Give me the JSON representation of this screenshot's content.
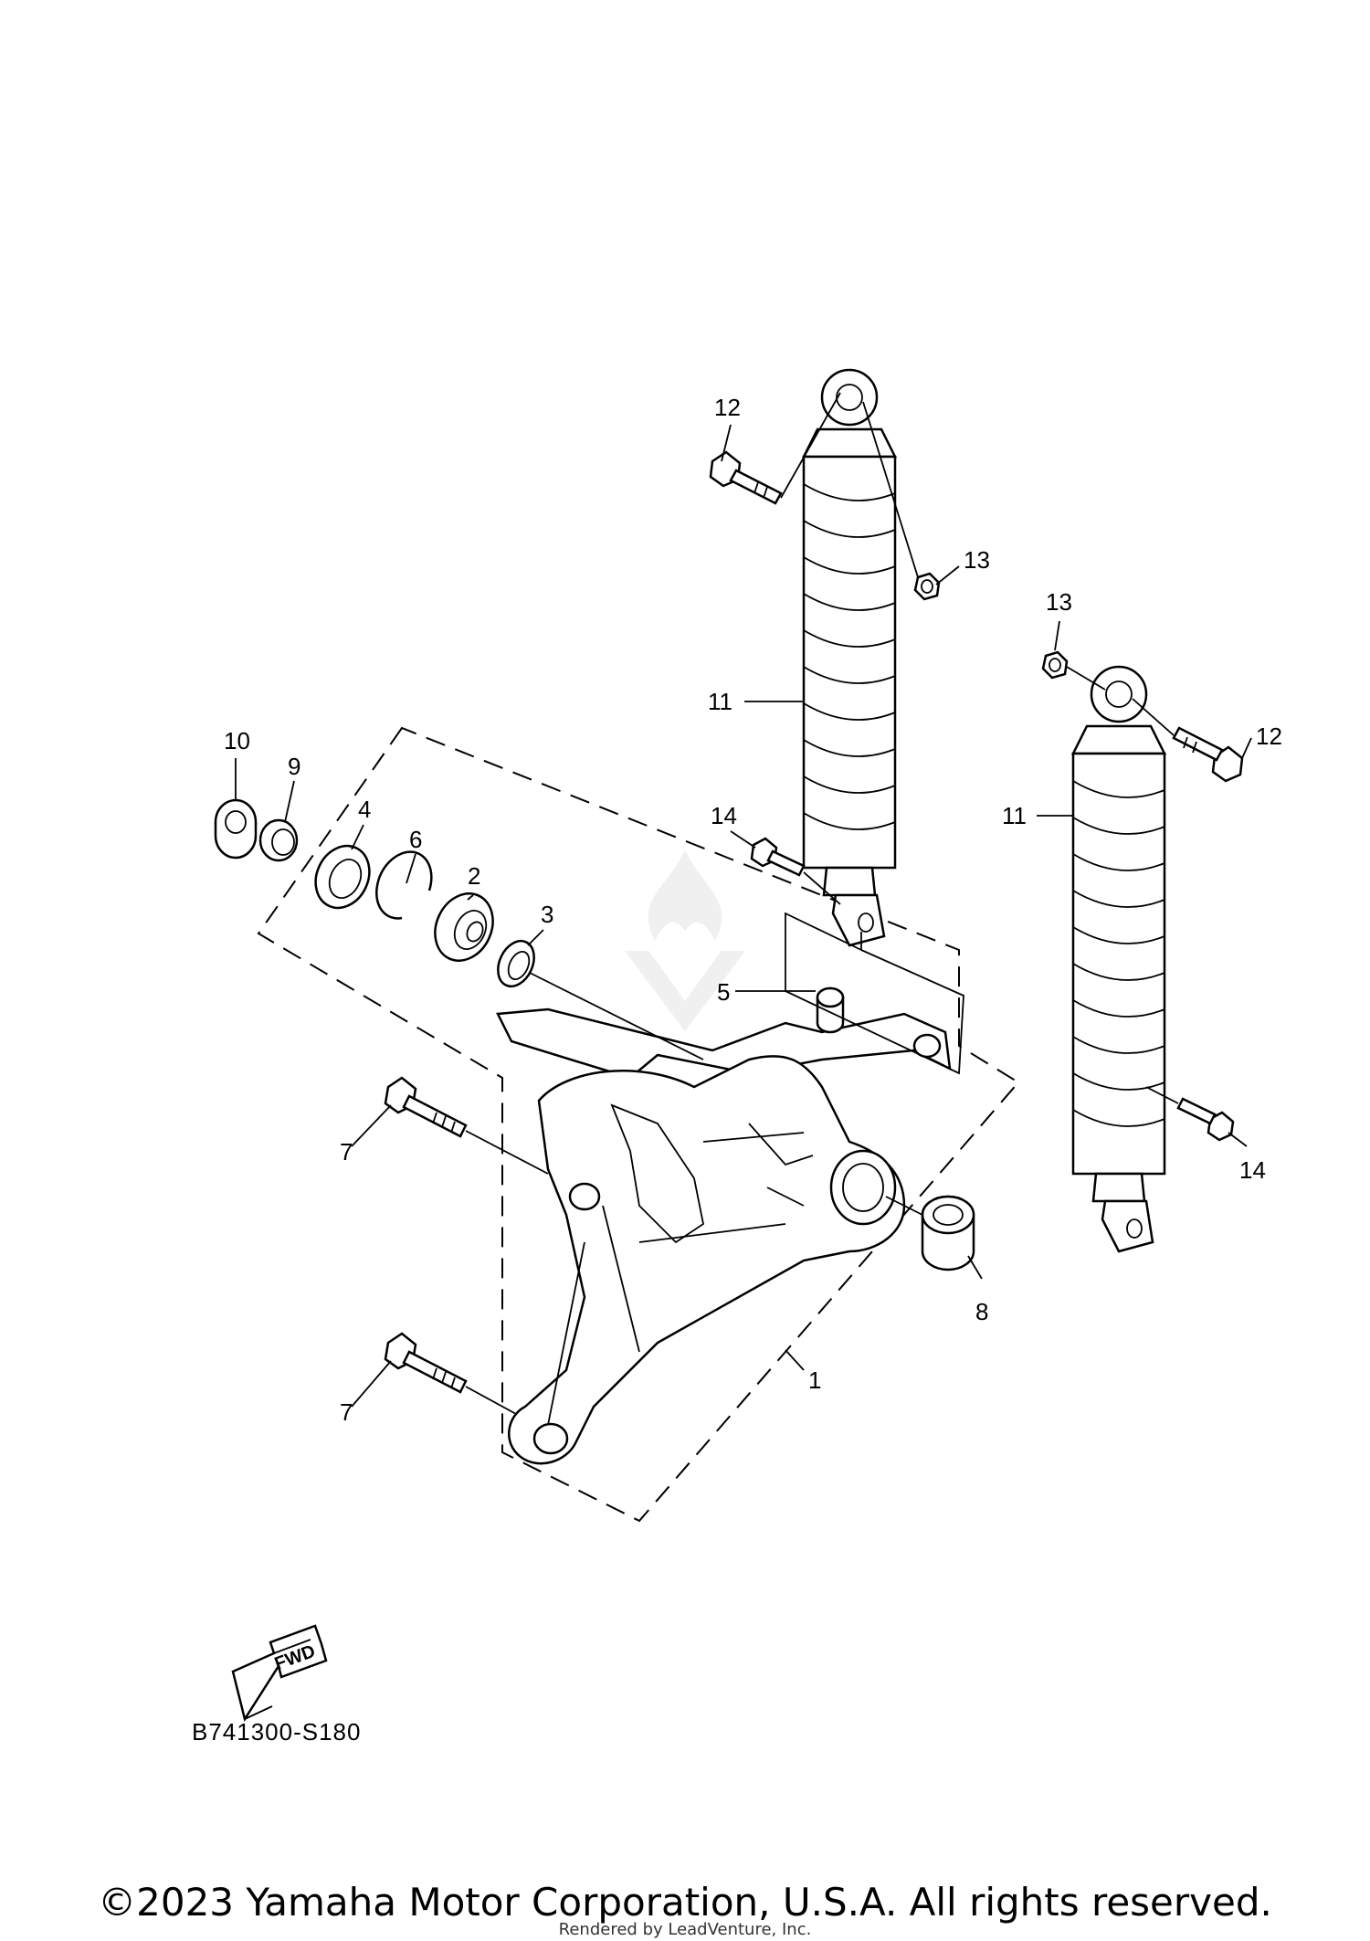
{
  "diagram": {
    "callouts": [
      {
        "id": "c1",
        "label": "1"
      },
      {
        "id": "c2",
        "label": "2"
      },
      {
        "id": "c3",
        "label": "3"
      },
      {
        "id": "c4",
        "label": "4"
      },
      {
        "id": "c5",
        "label": "5"
      },
      {
        "id": "c6",
        "label": "6"
      },
      {
        "id": "c7a",
        "label": "7"
      },
      {
        "id": "c7b",
        "label": "7"
      },
      {
        "id": "c8",
        "label": "8"
      },
      {
        "id": "c9",
        "label": "9"
      },
      {
        "id": "c10",
        "label": "10"
      },
      {
        "id": "c11a",
        "label": "11"
      },
      {
        "id": "c11b",
        "label": "11"
      },
      {
        "id": "c12a",
        "label": "12"
      },
      {
        "id": "c12b",
        "label": "12"
      },
      {
        "id": "c13a",
        "label": "13"
      },
      {
        "id": "c13b",
        "label": "13"
      },
      {
        "id": "c14a",
        "label": "14"
      },
      {
        "id": "c14b",
        "label": "14"
      }
    ],
    "fwd_label": "FWD",
    "diagram_code": "B741300-S180"
  },
  "footer": {
    "copyright": "©2023 Yamaha Motor Corporation, U.S.A. All rights reserved.",
    "rendered_by": "Rendered by LeadVenture, Inc."
  },
  "watermark_icon": "leadventure-logo-icon"
}
